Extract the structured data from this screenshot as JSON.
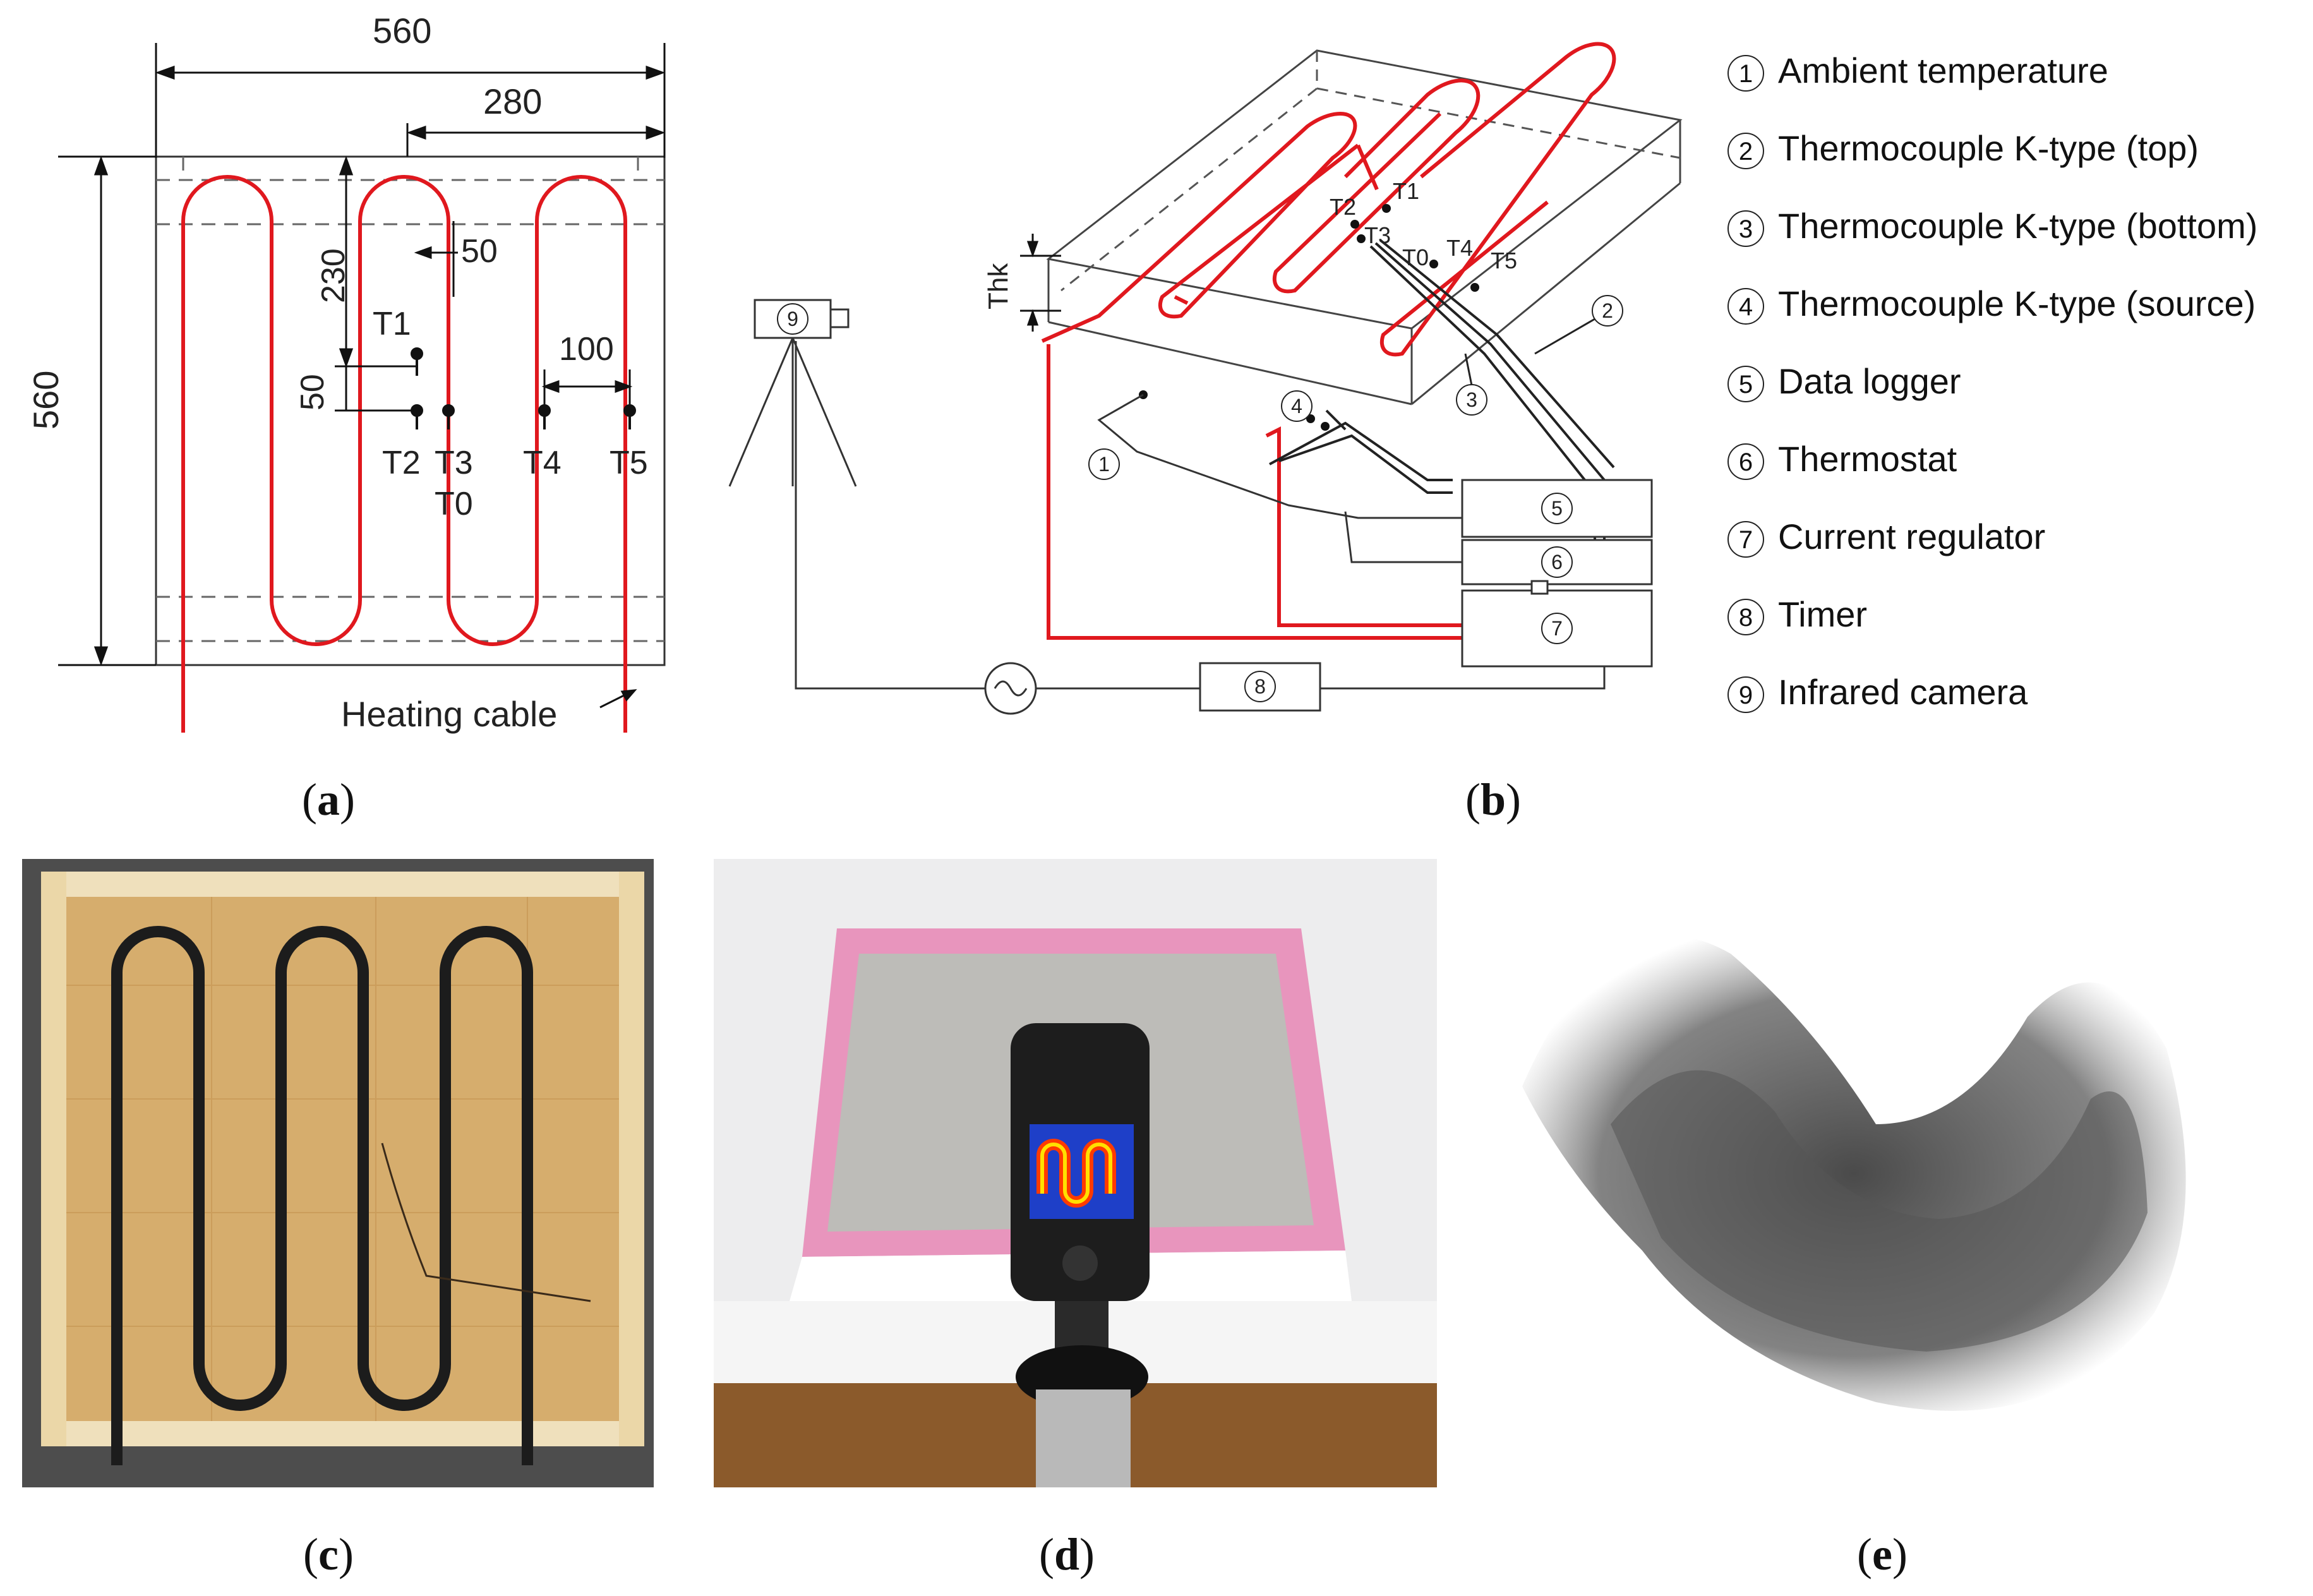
{
  "panel_a": {
    "dim_width": "560",
    "dim_half": "280",
    "dim_height": "560",
    "dim_230": "230",
    "dim_50_h": "50",
    "dim_50_v": "50",
    "dim_100": "100",
    "labels": {
      "t1": "T1",
      "t2": "T2",
      "t3": "T3",
      "t0": "T0",
      "t4": "T4",
      "t5": "T5"
    },
    "heating_cable": "Heating cable"
  },
  "panel_b": {
    "thk": "Thk",
    "labels": {
      "t1": "T1",
      "t2": "T2",
      "t3": "T3",
      "t0": "T0",
      "t4": "T4",
      "t5": "T5"
    },
    "markers": [
      "1",
      "2",
      "3",
      "4",
      "5",
      "6",
      "7",
      "8",
      "9"
    ]
  },
  "legend": [
    {
      "num": "1",
      "text": "Ambient  temperature"
    },
    {
      "num": "2",
      "text": "Thermocouple K-type (top)"
    },
    {
      "num": "3",
      "text": "Thermocouple K-type (bottom)"
    },
    {
      "num": "4",
      "text": "Thermocouple K-type (source)"
    },
    {
      "num": "5",
      "text": "Data logger"
    },
    {
      "num": "6",
      "text": "Thermostat"
    },
    {
      "num": "7",
      "text": "Current regulator"
    },
    {
      "num": "8",
      "text": "Timer"
    },
    {
      "num": "9",
      "text": "Infrared camera"
    }
  ],
  "captions": {
    "a": {
      "open": "(",
      "letter": "a",
      "close": ")"
    },
    "b": {
      "open": "(",
      "letter": "b",
      "close": ")"
    },
    "c": {
      "open": "(",
      "letter": "c",
      "close": ")"
    },
    "d": {
      "open": "(",
      "letter": "d",
      "close": ")"
    },
    "e": {
      "open": "(",
      "letter": "e",
      "close": ")"
    }
  },
  "colors": {
    "cable": "#e0181e",
    "wood": "#d9b77e",
    "pink": "#e58fb6",
    "fiber": "#4a4a4a"
  }
}
